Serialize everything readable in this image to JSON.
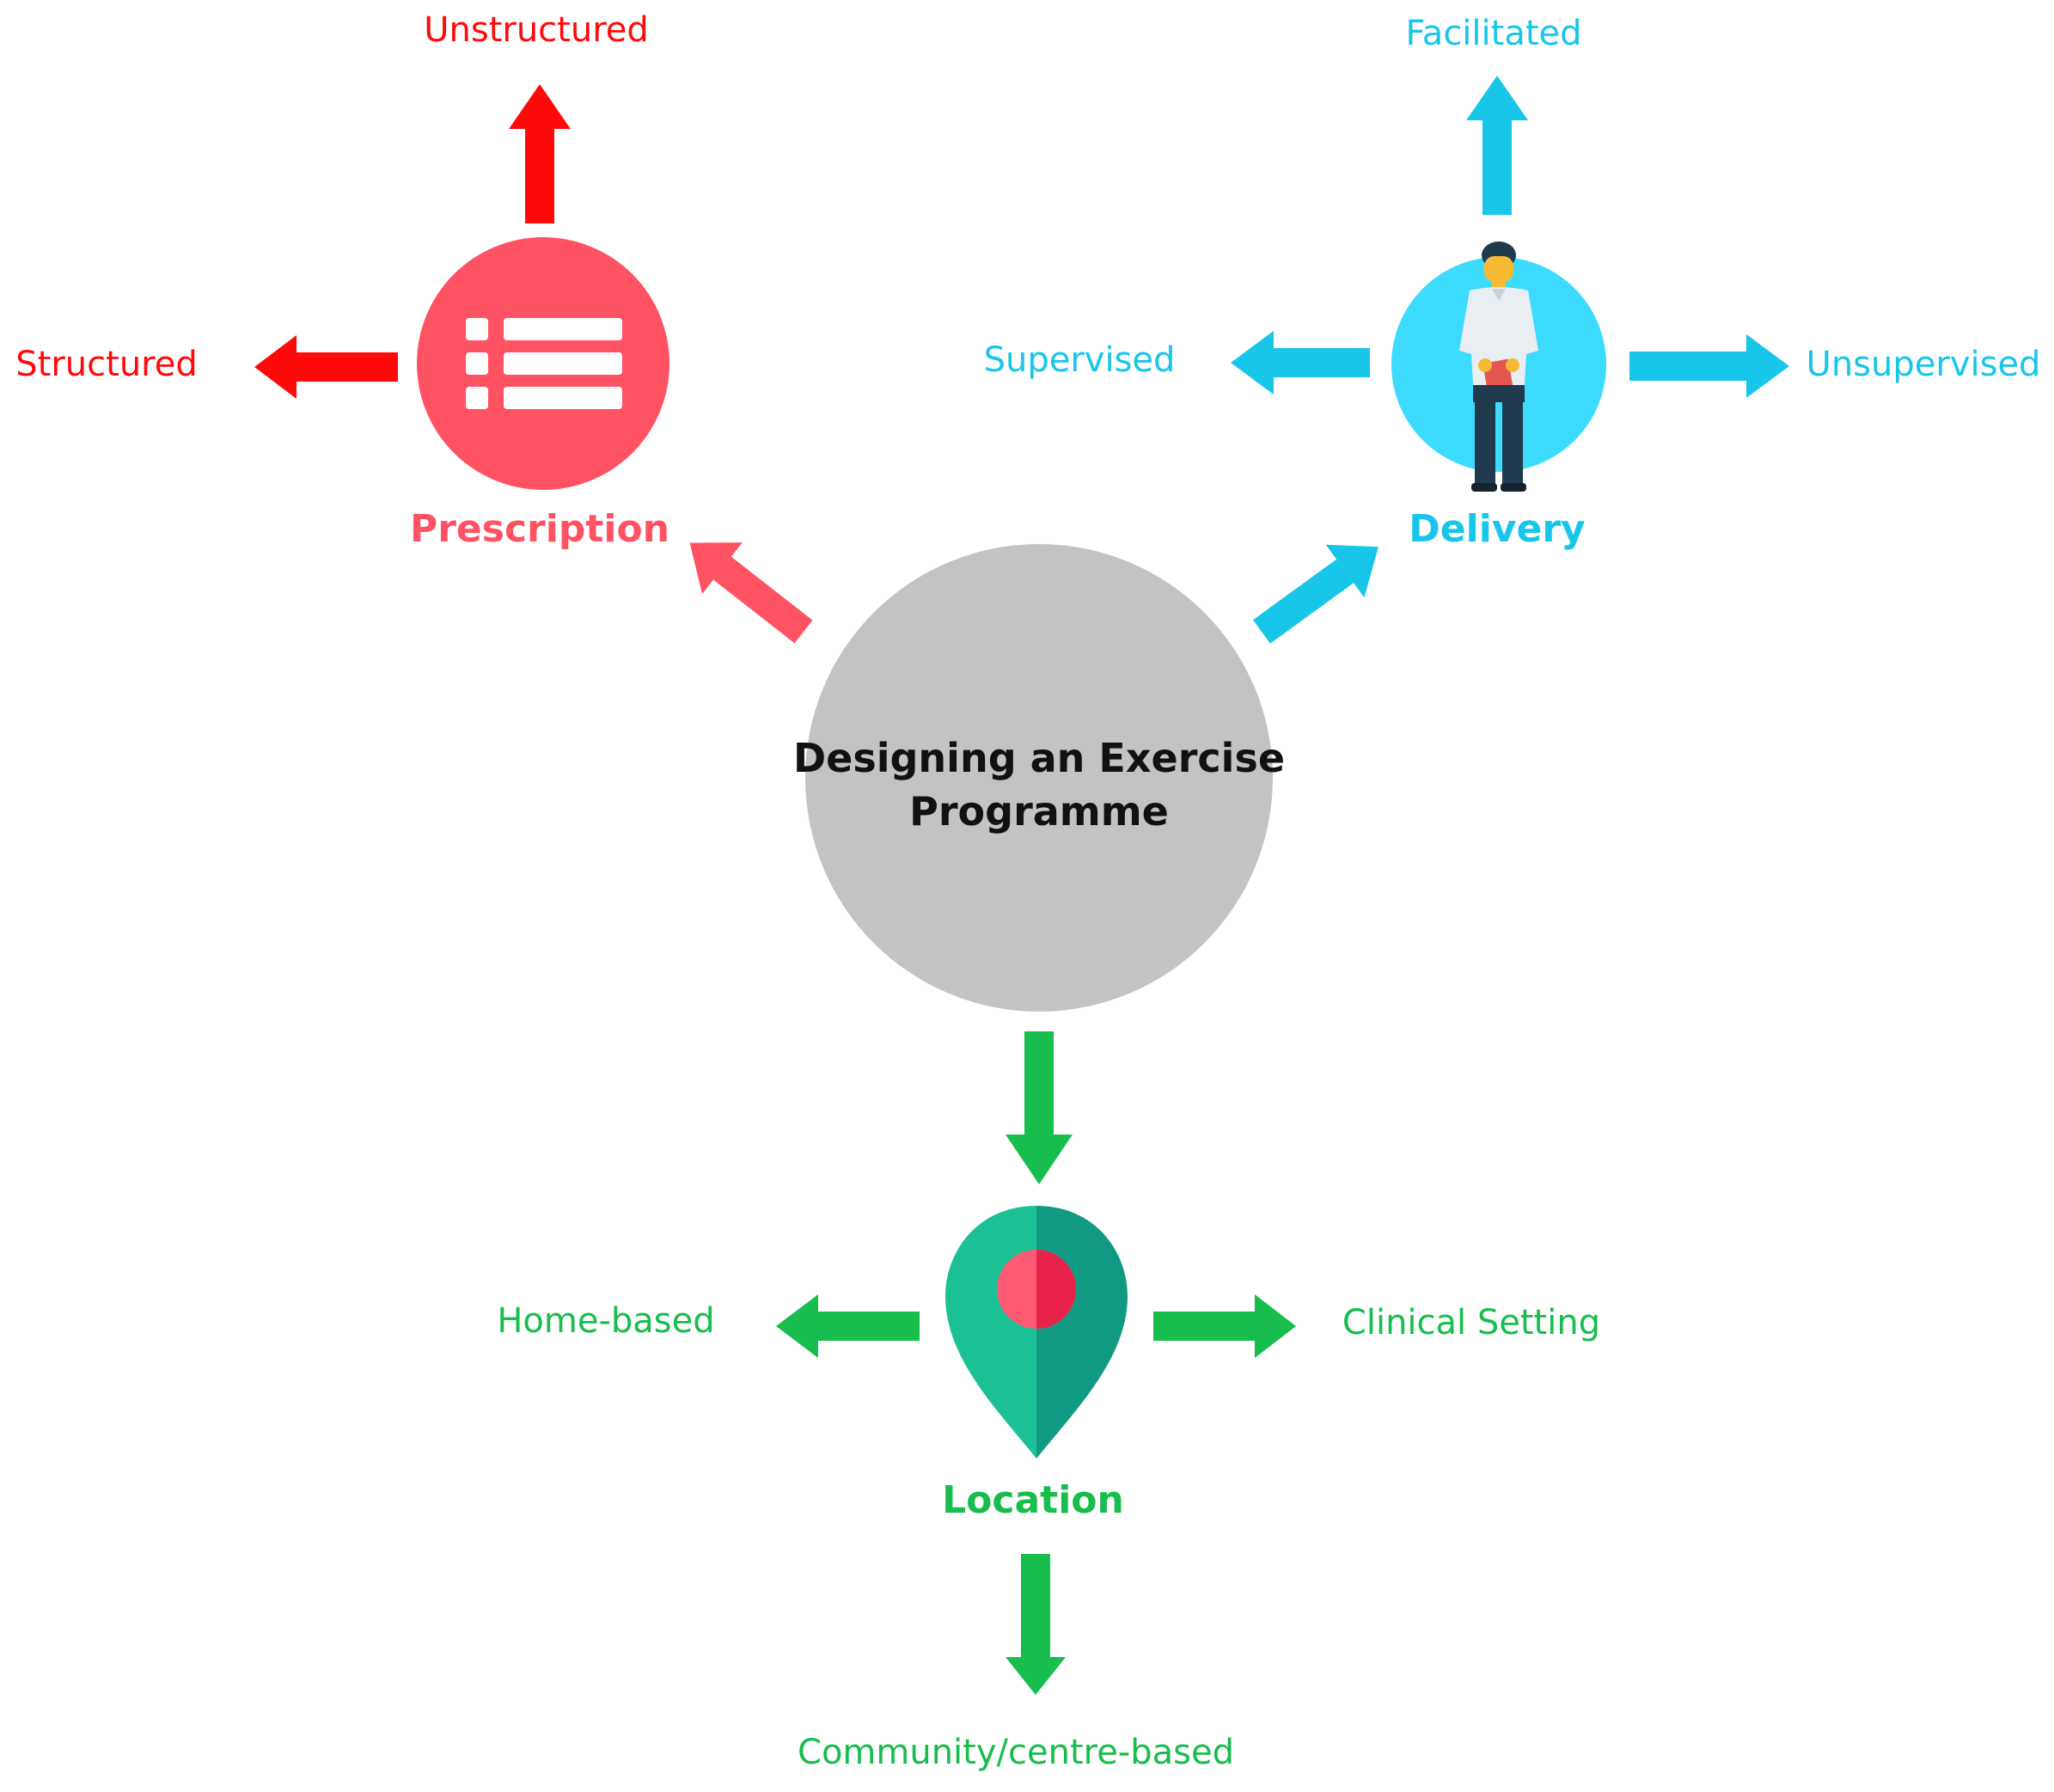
{
  "center": {
    "line1": "Designing an Exercise",
    "line2": "Programme",
    "color": "#c3c3c3"
  },
  "prescription": {
    "title": "Prescription",
    "color": "#ff5263",
    "arrow_color": "#ff0a0a",
    "options": {
      "up": "Unstructured",
      "left": "Structured"
    },
    "icon": "list-icon"
  },
  "delivery": {
    "title": "Delivery",
    "color": "#3ddcff",
    "arrow_color": "#17c6e8",
    "options": {
      "up": "Facilitated",
      "left": "Supervised",
      "right": "Unsupervised"
    },
    "icon": "person-icon"
  },
  "location": {
    "title": "Location",
    "color": "#17bd4d",
    "options": {
      "left": "Home-based",
      "right": "Clinical Setting",
      "down": "Community/centre-based"
    },
    "icon": "map-pin-icon"
  }
}
